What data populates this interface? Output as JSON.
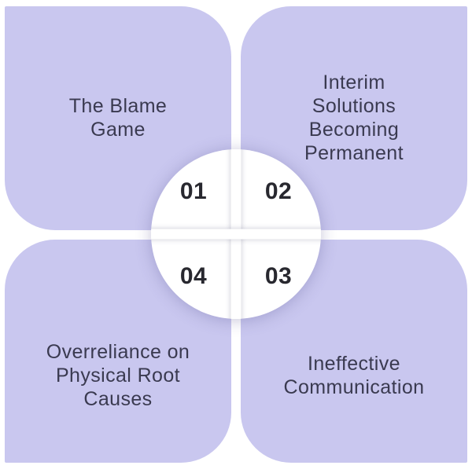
{
  "colors": {
    "background": "#ffffff",
    "quadrant_bg": "#c9c7ef",
    "label_text": "#3a3a50",
    "number_text": "#28282f"
  },
  "quadrants": [
    {
      "number": "01",
      "position": "top-left",
      "label": "The Blame\nGame"
    },
    {
      "number": "02",
      "position": "top-right",
      "label": "Interim\nSolutions\nBecoming\nPermanent"
    },
    {
      "number": "03",
      "position": "bottom-right",
      "label": "Ineffective\nCommunication"
    },
    {
      "number": "04",
      "position": "bottom-left",
      "label": "Overreliance on\nPhysical Root\nCauses"
    }
  ]
}
